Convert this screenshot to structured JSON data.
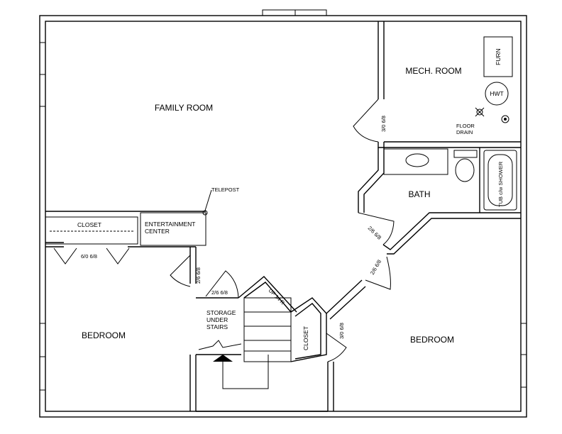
{
  "rooms": {
    "family_room": "FAMILY ROOM",
    "mech_room": "MECH. ROOM",
    "bath": "BATH",
    "bedroom_left": "BEDROOM",
    "bedroom_right": "BEDROOM",
    "closet_top": "CLOSET",
    "closet_stair": "CLOSET",
    "entertainment_line1": "ENTERTAINMENT",
    "entertainment_line2": "CENTER",
    "storage_line1": "STORAGE",
    "storage_line2": "UNDER",
    "storage_line3": "STAIRS"
  },
  "fixtures": {
    "furn": "FURN",
    "hwt": "HWT",
    "floor_drain_line1": "FLOOR",
    "floor_drain_line2": "DRAIN",
    "tub": "TUB c/w SHOWER",
    "telepost": "TELEPOST",
    "stairs": "UP 14 R"
  },
  "doors": {
    "mech": "3/0 6/8",
    "closet": "6/0 6/8",
    "bedroom_left": "2/6 6/8",
    "storage": "2/6 6/8",
    "bath": "2/6 6/8",
    "bedroom_right": "2/6 6/8",
    "closet_stair": "3/0 6/8"
  }
}
